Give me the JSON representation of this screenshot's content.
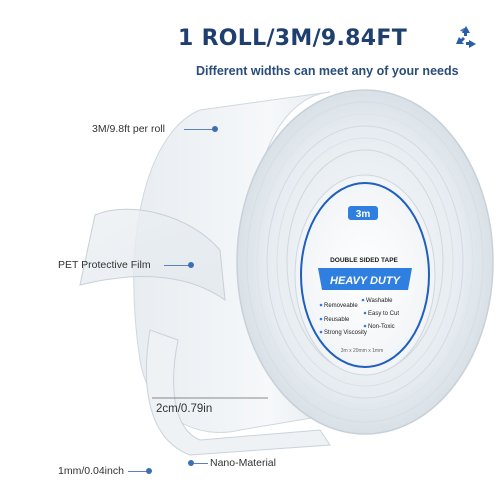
{
  "headline": "1 ROLL/3M/9.84FT",
  "subline": "Different widths can meet any of your needs",
  "icons": {
    "recycle": "recycle-icon"
  },
  "callouts": {
    "length": "3M/9.8ft per roll",
    "film": "PET Protective Film",
    "width": "2cm/0.79in",
    "thickness": "1mm/0.04inch",
    "material": "Nano-Material"
  },
  "label": {
    "brand": "3m",
    "title": "DOUBLE SIDED TAPE",
    "banner": "HEAVY DUTY",
    "features_left": [
      "Removeable",
      "Reusable",
      "Strong Viscosity"
    ],
    "features_right": [
      "Washable",
      "Easy to Cut",
      "Non-Toxic"
    ],
    "footer": "3m x 20mm x 1mm"
  },
  "colors": {
    "headline": "#1f3f6e",
    "accent": "#3d6fb6",
    "banner": "#2f7fe0",
    "tape": "#e9eef2"
  }
}
